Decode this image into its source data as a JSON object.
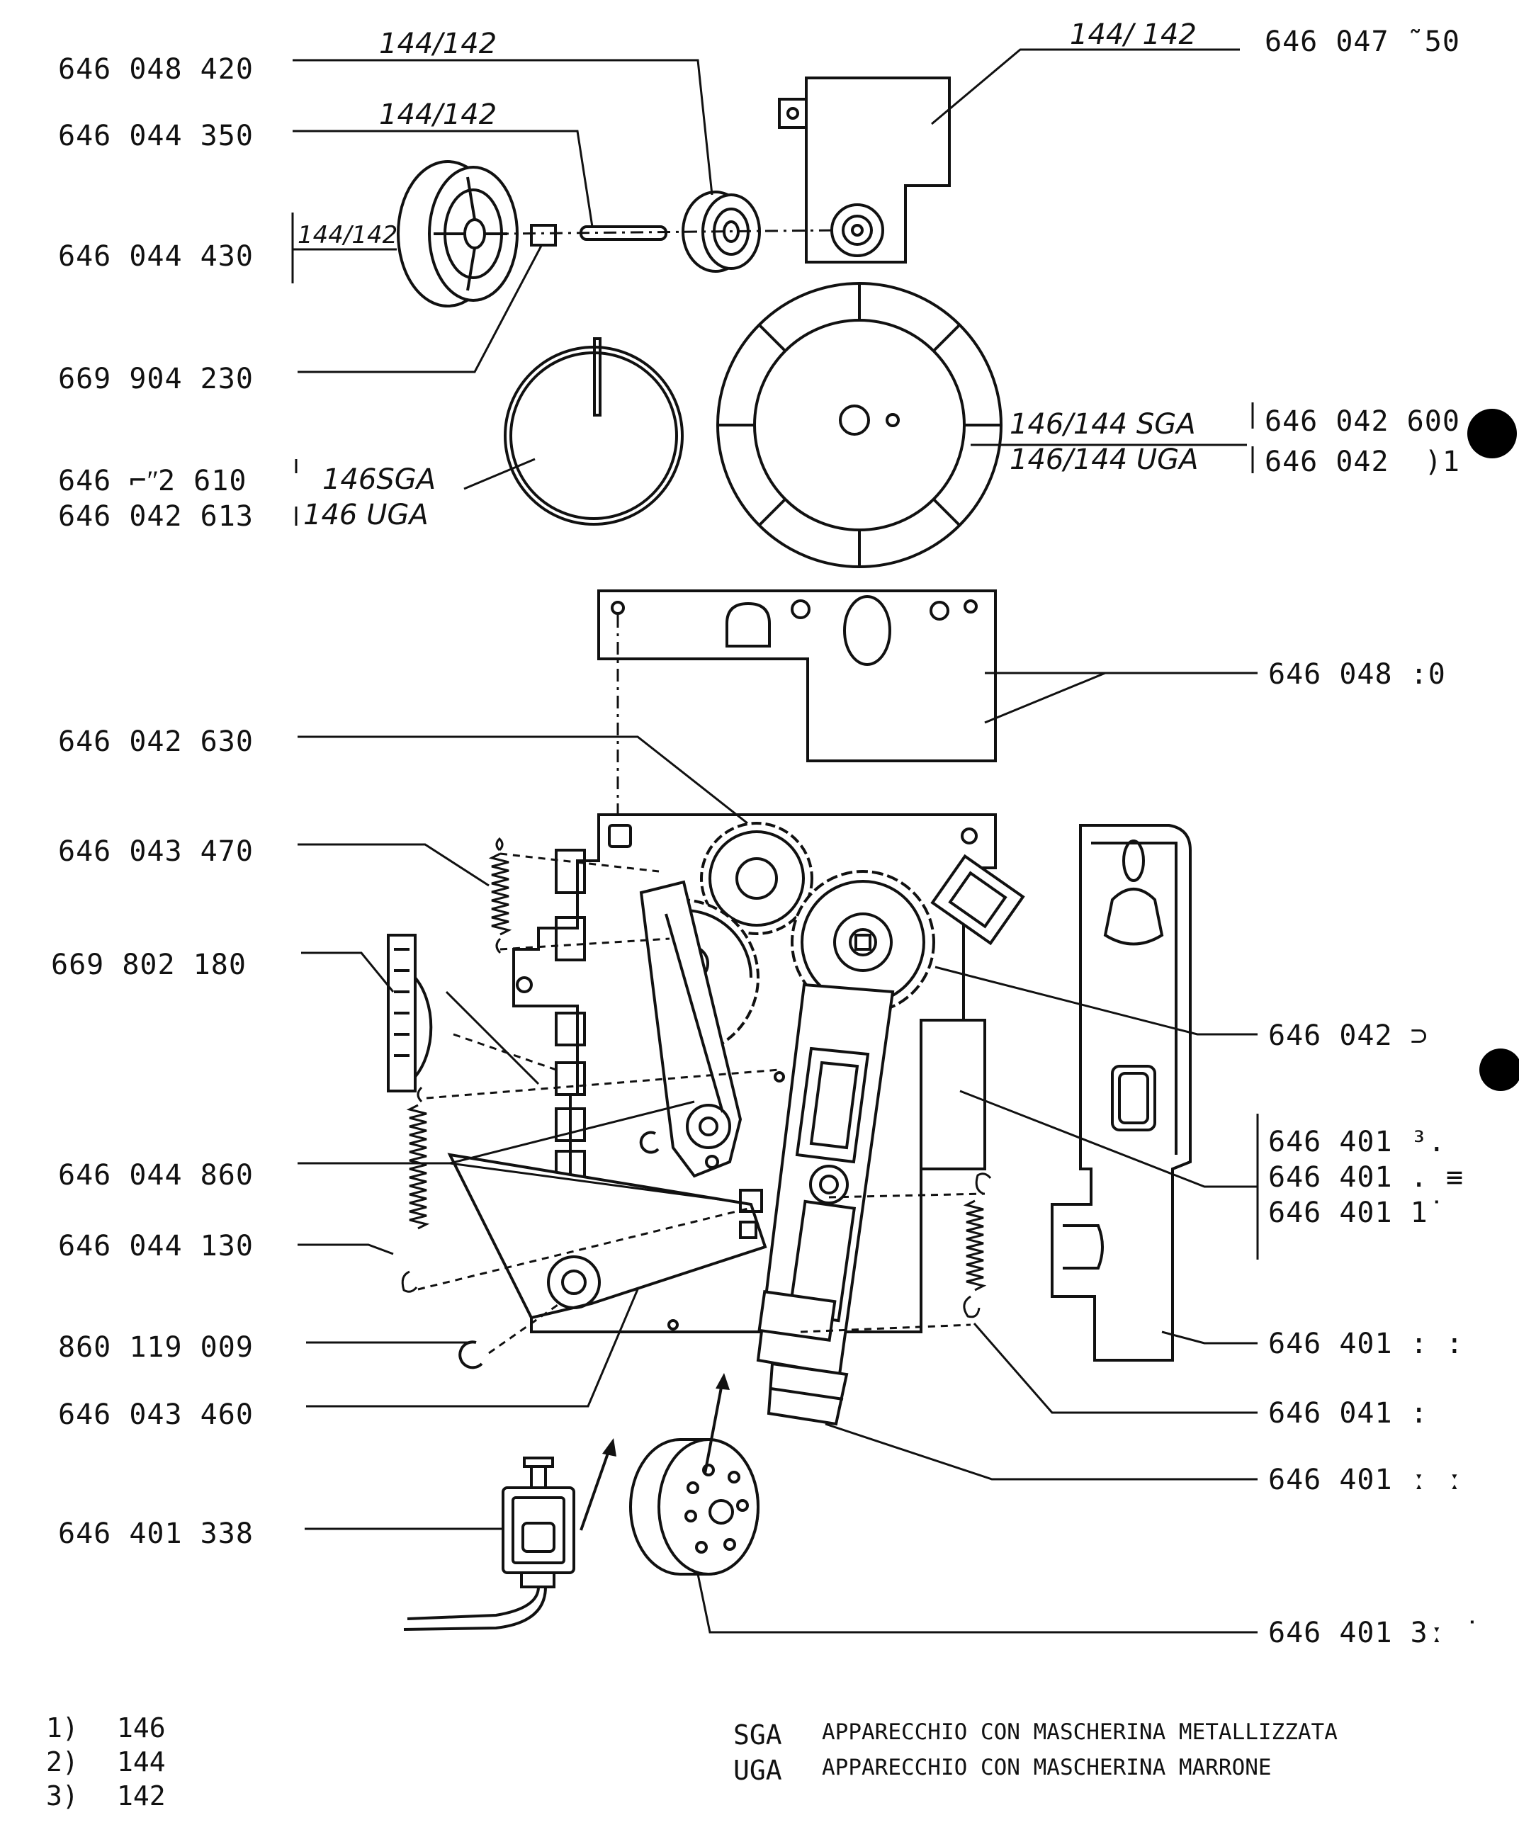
{
  "left_labels": [
    {
      "id": "p1",
      "number": "646 048 420",
      "model": "144/142"
    },
    {
      "id": "p2",
      "number": "646 044 350",
      "model": "144/142"
    },
    {
      "id": "p3",
      "number": "646 044 430",
      "model": "144/142"
    },
    {
      "id": "p4",
      "number": "669 904 230",
      "model": ""
    },
    {
      "id": "p5",
      "number": "646 ⌐ʺ2 610",
      "model": "146SGA"
    },
    {
      "id": "p6",
      "number": "646 042 613",
      "model": "146 UGA"
    },
    {
      "id": "p7",
      "number": "646 042 630",
      "model": ""
    },
    {
      "id": "p8",
      "number": "646 043 470",
      "model": ""
    },
    {
      "id": "p9",
      "number": "669 802 180",
      "model": ""
    },
    {
      "id": "p10",
      "number": "646 044 860",
      "model": ""
    },
    {
      "id": "p11",
      "number": "646 044 130",
      "model": ""
    },
    {
      "id": "p12",
      "number": "860 119 009",
      "model": ""
    },
    {
      "id": "p13",
      "number": "646 043 460",
      "model": ""
    },
    {
      "id": "p14",
      "number": "646 401 338",
      "model": ""
    }
  ],
  "right_labels": [
    {
      "id": "r1",
      "number": "646 047 ˜50",
      "model": "144/ 142"
    },
    {
      "id": "r2",
      "number": "646 042 600",
      "model": "146/144 SGA"
    },
    {
      "id": "r3",
      "number": "646 042   )1",
      "model": "146/144 UGA"
    },
    {
      "id": "r4",
      "number": "646 048  :0",
      "model": ""
    },
    {
      "id": "r5",
      "number": "646 042   ⊃",
      "model": ""
    },
    {
      "id": "r6",
      "number": "646 401   ³.",
      "model": ""
    },
    {
      "id": "r7",
      "number": "646 401 . ≡",
      "model": ""
    },
    {
      "id": "r8",
      "number": "646 401   1˙",
      "model": ""
    },
    {
      "id": "r9",
      "number": "646 401 :  :",
      "model": ""
    },
    {
      "id": "r10",
      "number": "646 041 :",
      "model": ""
    },
    {
      "id": "r11",
      "number": "646 401 ː ː",
      "model": ""
    },
    {
      "id": "r12",
      "number": "646 401 3ː ˙",
      "model": ""
    }
  ],
  "footnotes": [
    {
      "key": "1)",
      "value": "146"
    },
    {
      "key": "2)",
      "value": "144"
    },
    {
      "key": "3)",
      "value": "142"
    }
  ],
  "legend": [
    {
      "code": "SGA",
      "text": "APPARECCHIO CON MASCHERINA METALLIZZATA"
    },
    {
      "code": "UGA",
      "text": "APPARECCHIO CON MASCHERINA MARRONE"
    }
  ]
}
